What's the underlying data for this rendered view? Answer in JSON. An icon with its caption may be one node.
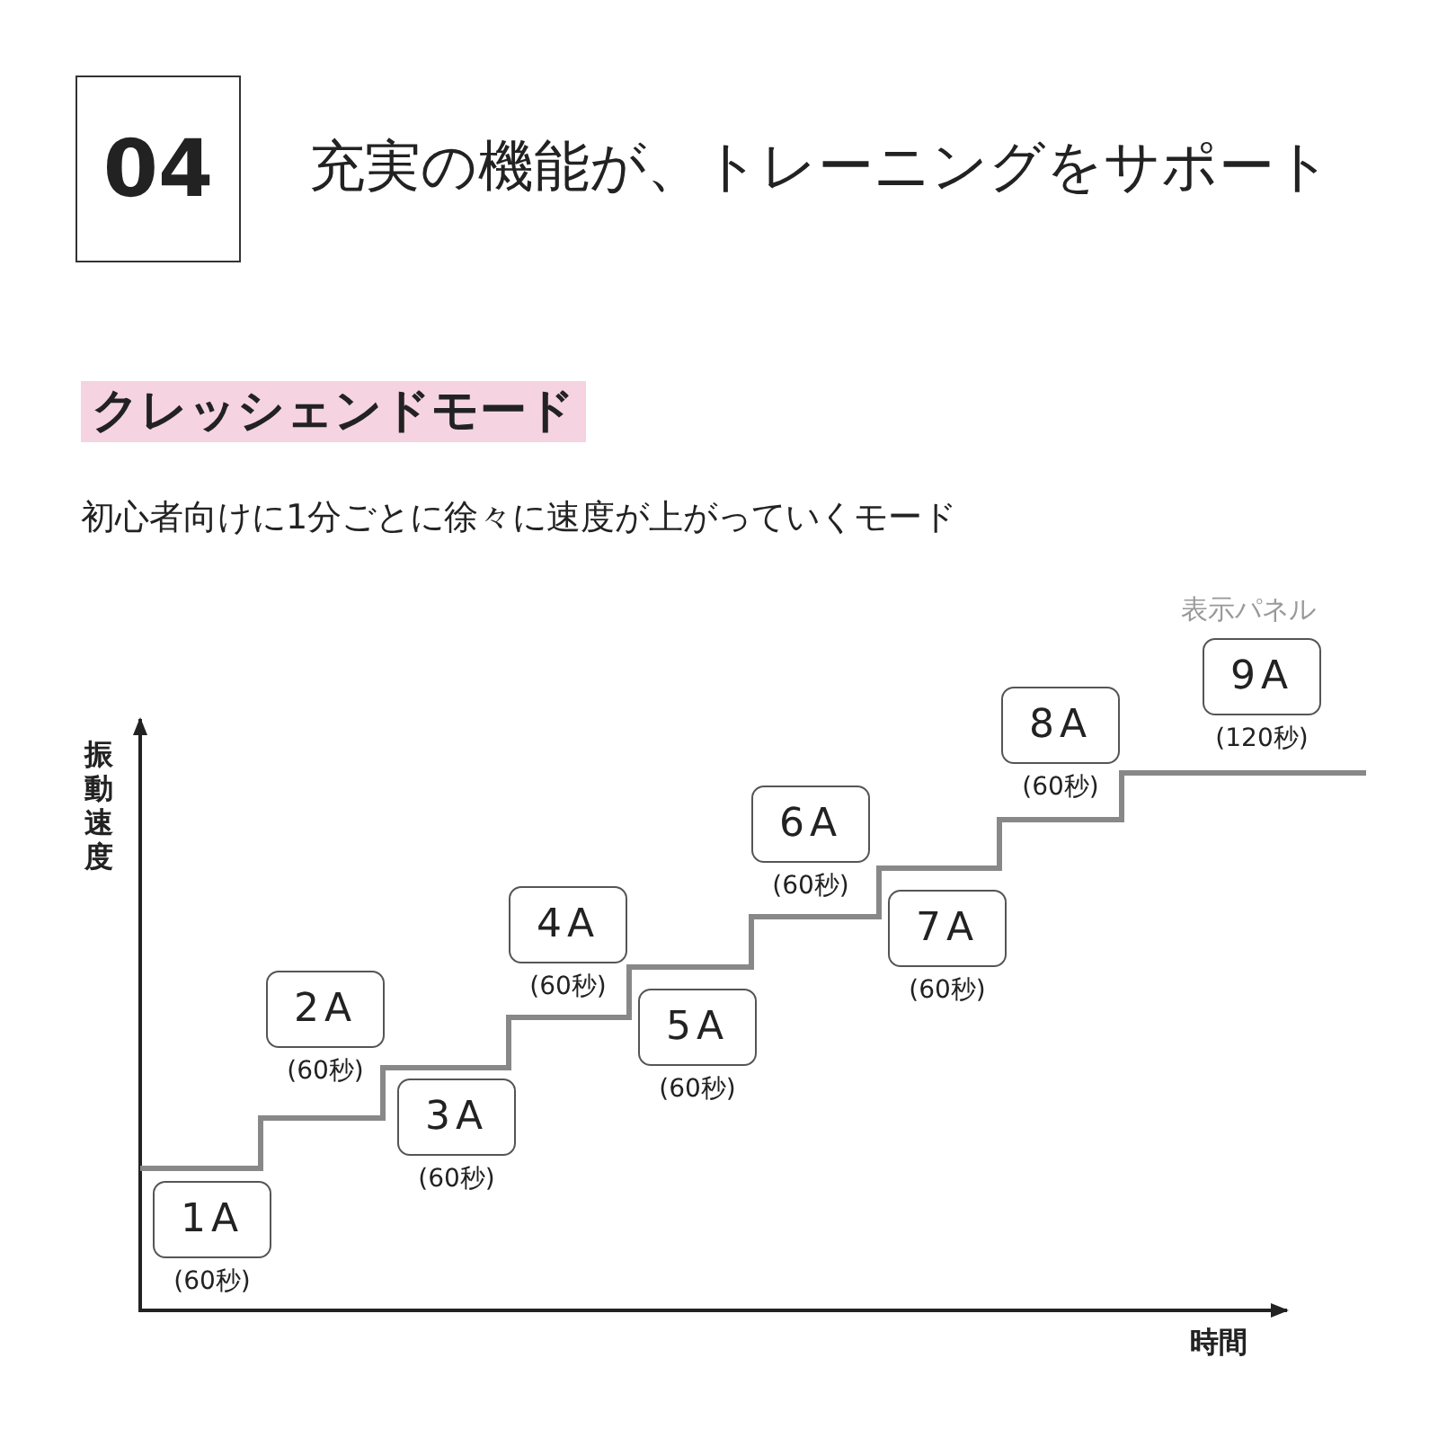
{
  "diagram": {
    "title": "充実の機能が、トレーニングをサポート",
    "nodes": [
      {
        "text": [
          "04"
        ]
      },
      {
        "text": [
          "クレッシェンドモード"
        ]
      },
      {
        "text": [
          "1A"
        ],
        "beside": [
          "(60秒)"
        ]
      },
      {
        "text": [
          "2A"
        ],
        "beside": [
          "(60秒)"
        ]
      },
      {
        "text": [
          "3A"
        ],
        "beside": [
          "(60秒)"
        ]
      },
      {
        "text": [
          "4A"
        ],
        "beside": [
          "(60秒)"
        ]
      },
      {
        "text": [
          "5A"
        ],
        "beside": [
          "(60秒)"
        ]
      },
      {
        "text": [
          "6A"
        ],
        "beside": [
          "(60秒)"
        ]
      },
      {
        "text": [
          "7A"
        ],
        "beside": [
          "(60秒)"
        ]
      },
      {
        "text": [
          "8A"
        ],
        "beside": [
          "(60秒)"
        ]
      },
      {
        "text": [
          "9A"
        ],
        "beside": [
          "(120秒)"
        ]
      }
    ],
    "labels": [
      "初心者向けに1分ごとに徐々に速度が上がっていくモード",
      "表示パネル",
      "振動速度",
      "時間"
    ]
  }
}
